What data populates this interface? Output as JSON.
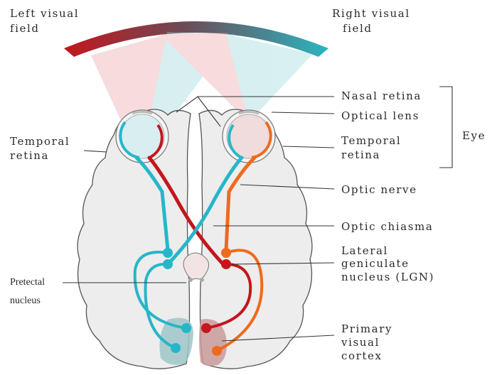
{
  "visual_field": {
    "left_label": [
      "Left visual",
      "field"
    ],
    "right_label": [
      "Right visual",
      "field"
    ]
  },
  "labels": {
    "nasal_retina": "Nasal retina",
    "optical_lens": "Optical lens",
    "temporal_retina_right": [
      "Temporal",
      "retina"
    ],
    "temporal_retina_left": [
      "Temporal",
      "retina"
    ],
    "eye": "Eye",
    "optic_nerve": "Optic nerve",
    "optic_chiasma": "Optic chiasma",
    "lgn": [
      "Lateral",
      "geniculate",
      "nucleus (LGN)"
    ],
    "pretectal": [
      "Pretectal",
      "nucleus"
    ],
    "primary_visual_cortex": [
      "Primary",
      "visual",
      "cortex"
    ]
  },
  "colors": {
    "left_field": "#c4161c",
    "right_field": "#2bb5c0",
    "red_pathway": "#c4161c",
    "orange_pathway": "#ef6a1c",
    "cyan_pathway": "#27b6c9",
    "brain_fill": "#ededed",
    "cortex_highlight": "#c99a9a"
  }
}
